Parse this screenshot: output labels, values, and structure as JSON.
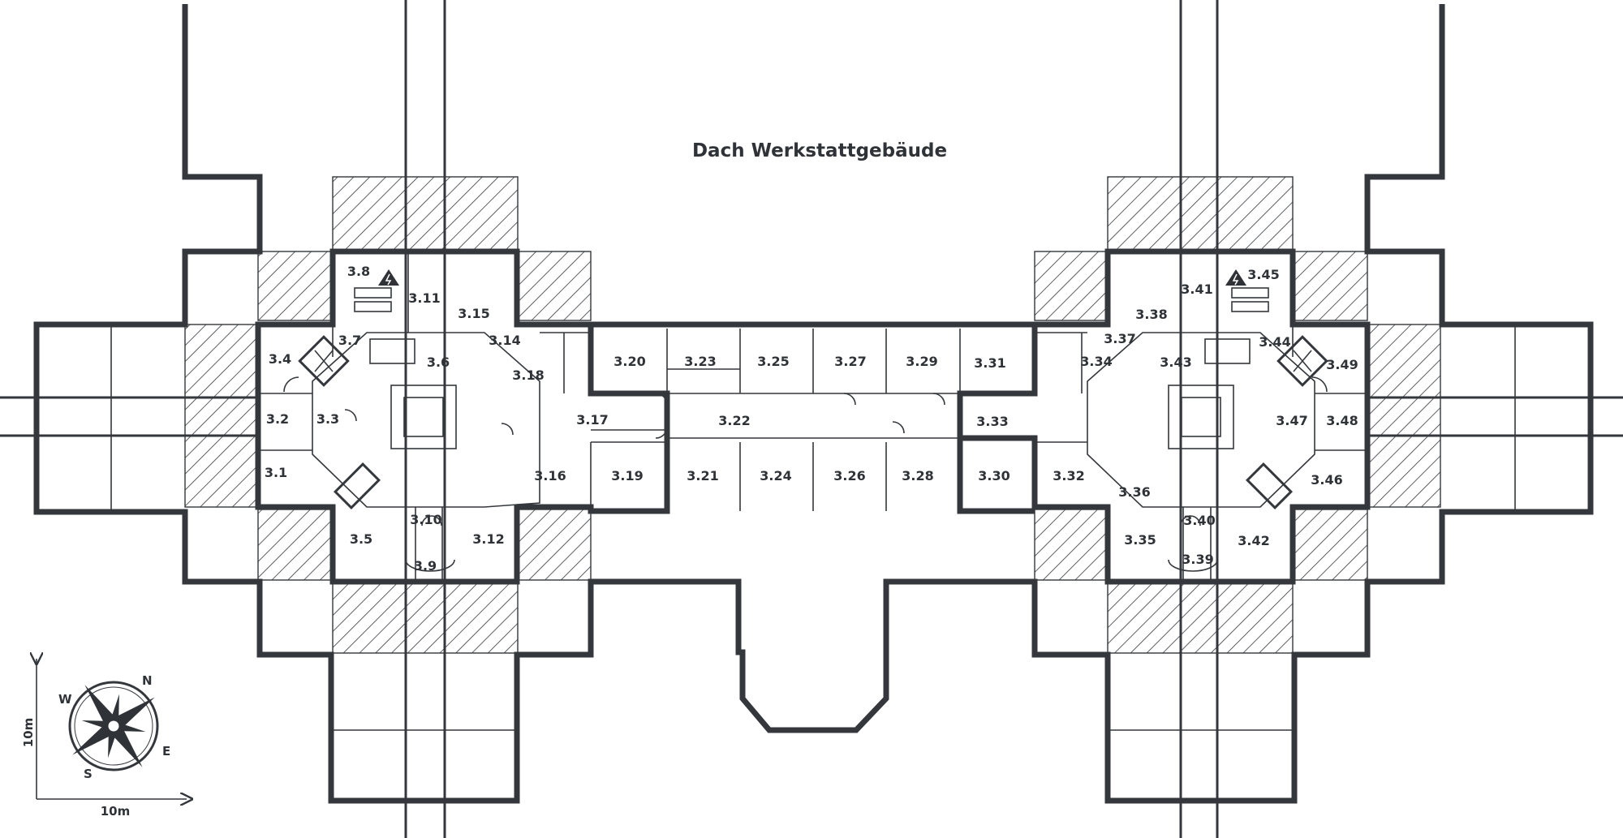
{
  "map": {
    "title": "Dach Werkstattgebäude",
    "scale_x_label": "10m",
    "scale_y_label": "10m",
    "compass": {
      "N": "N",
      "E": "E",
      "S": "S",
      "W": "W"
    },
    "rooms": [
      "3.1",
      "3.2",
      "3.3",
      "3.4",
      "3.5",
      "3.6",
      "3.7",
      "3.8",
      "3.9",
      "3.10",
      "3.11",
      "3.12",
      "3.14",
      "3.15",
      "3.16",
      "3.17",
      "3.18",
      "3.19",
      "3.20",
      "3.21",
      "3.22",
      "3.23",
      "3.24",
      "3.25",
      "3.26",
      "3.27",
      "3.28",
      "3.29",
      "3.30",
      "3.31",
      "3.32",
      "3.33",
      "3.34",
      "3.35",
      "3.36",
      "3.37",
      "3.38",
      "3.39",
      "3.40",
      "3.41",
      "3.42",
      "3.43",
      "3.44",
      "3.45",
      "3.46",
      "3.47",
      "3.48",
      "3.49"
    ],
    "icons": [
      "electrical-hazard-icon",
      "staircase-icon",
      "elevator-icon",
      "compass-rose-icon"
    ]
  }
}
